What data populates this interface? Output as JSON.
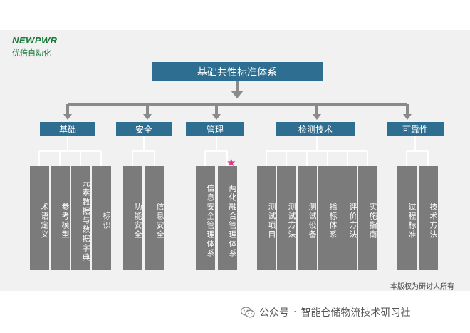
{
  "brand": {
    "logo": "NEWPWR",
    "subtitle": "优倍自动化"
  },
  "root": "基础共性标准体系",
  "categories": [
    {
      "label": "基础",
      "leaves": [
        "术语定义",
        "参考模型",
        "元素数据与数据字典",
        "标识"
      ]
    },
    {
      "label": "安全",
      "leaves": [
        "功能安全",
        "信息安全"
      ]
    },
    {
      "label": "管理",
      "leaves": [
        "信息安全管理体系",
        "两化融合管理体系"
      ]
    },
    {
      "label": "检测技术",
      "leaves": [
        "测试项目",
        "测试方法",
        "测试设备",
        "指标体系",
        "评价方法",
        "实施指南"
      ]
    },
    {
      "label": "可靠性",
      "leaves": [
        "过程标准",
        "技术方法"
      ]
    }
  ],
  "star_marker": {
    "symbol": "★",
    "color": "#e0388a"
  },
  "copyright": "本版权为研讨人所有",
  "footer": {
    "dot": "·",
    "source": "公众号",
    "name": "智能仓储物流技术研习社"
  },
  "colors": {
    "box": "#2e6e91",
    "leaf": "#7b7b7b",
    "connector": "#8a8a8a"
  }
}
